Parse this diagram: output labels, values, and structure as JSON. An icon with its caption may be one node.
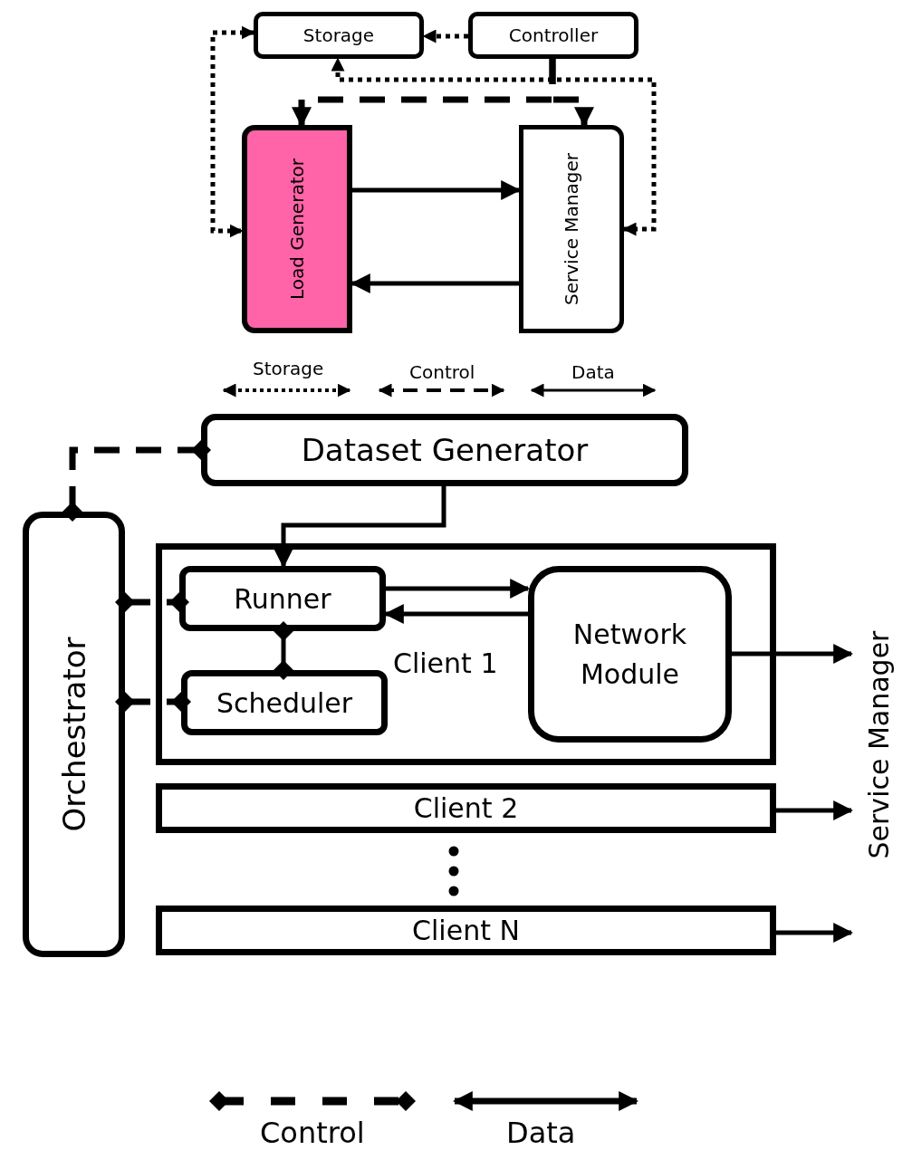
{
  "diagram": {
    "nodes": [
      {
        "text": [
          "Storage"
        ]
      },
      {
        "text": [
          "Controller"
        ]
      },
      {
        "text": [
          "Load Generator"
        ]
      },
      {
        "text": [
          "Service Manager"
        ]
      },
      {
        "text": [
          "Dataset Generator"
        ]
      },
      {
        "text": [
          "Orchestrator"
        ]
      },
      {
        "text": [
          "Client 1"
        ]
      },
      {
        "text": [
          "Runner"
        ],
        "in": 6
      },
      {
        "text": [
          "Scheduler"
        ],
        "in": 6
      },
      {
        "text": [
          "Network Module"
        ],
        "in": 6
      },
      {
        "text": [
          "Client 2"
        ]
      },
      {
        "text": [
          "Client N"
        ]
      },
      {
        "text": [
          "Service Manager"
        ]
      }
    ],
    "edges": [
      {
        "from": 1,
        "to": 0,
        "arrow": "to",
        "style": "dashed"
      },
      {
        "from": 0,
        "to": 2,
        "arrow": "both",
        "style": "dashed"
      },
      {
        "from": 3,
        "to": 0,
        "arrow": "both",
        "style": "dashed"
      },
      {
        "from": 1,
        "to": 2,
        "arrow": "to",
        "style": "dashed"
      },
      {
        "from": 1,
        "to": 3,
        "arrow": "to",
        "style": "dashed"
      },
      {
        "from": 2,
        "to": 3,
        "arrow": "to"
      },
      {
        "from": 3,
        "to": 2,
        "arrow": "to"
      },
      {
        "from": 5,
        "to": 4,
        "arrow": "other",
        "style": "dashed"
      },
      {
        "from": 4,
        "to": 7,
        "arrow": "to"
      },
      {
        "from": 5,
        "to": 7,
        "arrow": "other",
        "style": "dashed"
      },
      {
        "from": 5,
        "to": 8,
        "arrow": "other",
        "style": "dashed"
      },
      {
        "from": 7,
        "to": 8,
        "arrow": "other"
      },
      {
        "from": 7,
        "to": 9,
        "arrow": "to"
      },
      {
        "from": 9,
        "to": 7,
        "arrow": "to"
      },
      {
        "from": 9,
        "to": 12,
        "arrow": "to"
      },
      {
        "from": 10,
        "to": 12,
        "arrow": "to"
      },
      {
        "from": 11,
        "to": 12,
        "arrow": "to"
      }
    ],
    "legend": [
      {
        "text": "Storage"
      },
      {
        "text": "Control"
      },
      {
        "text": "Data"
      },
      {
        "text": "Control"
      },
      {
        "text": "Data"
      }
    ]
  }
}
